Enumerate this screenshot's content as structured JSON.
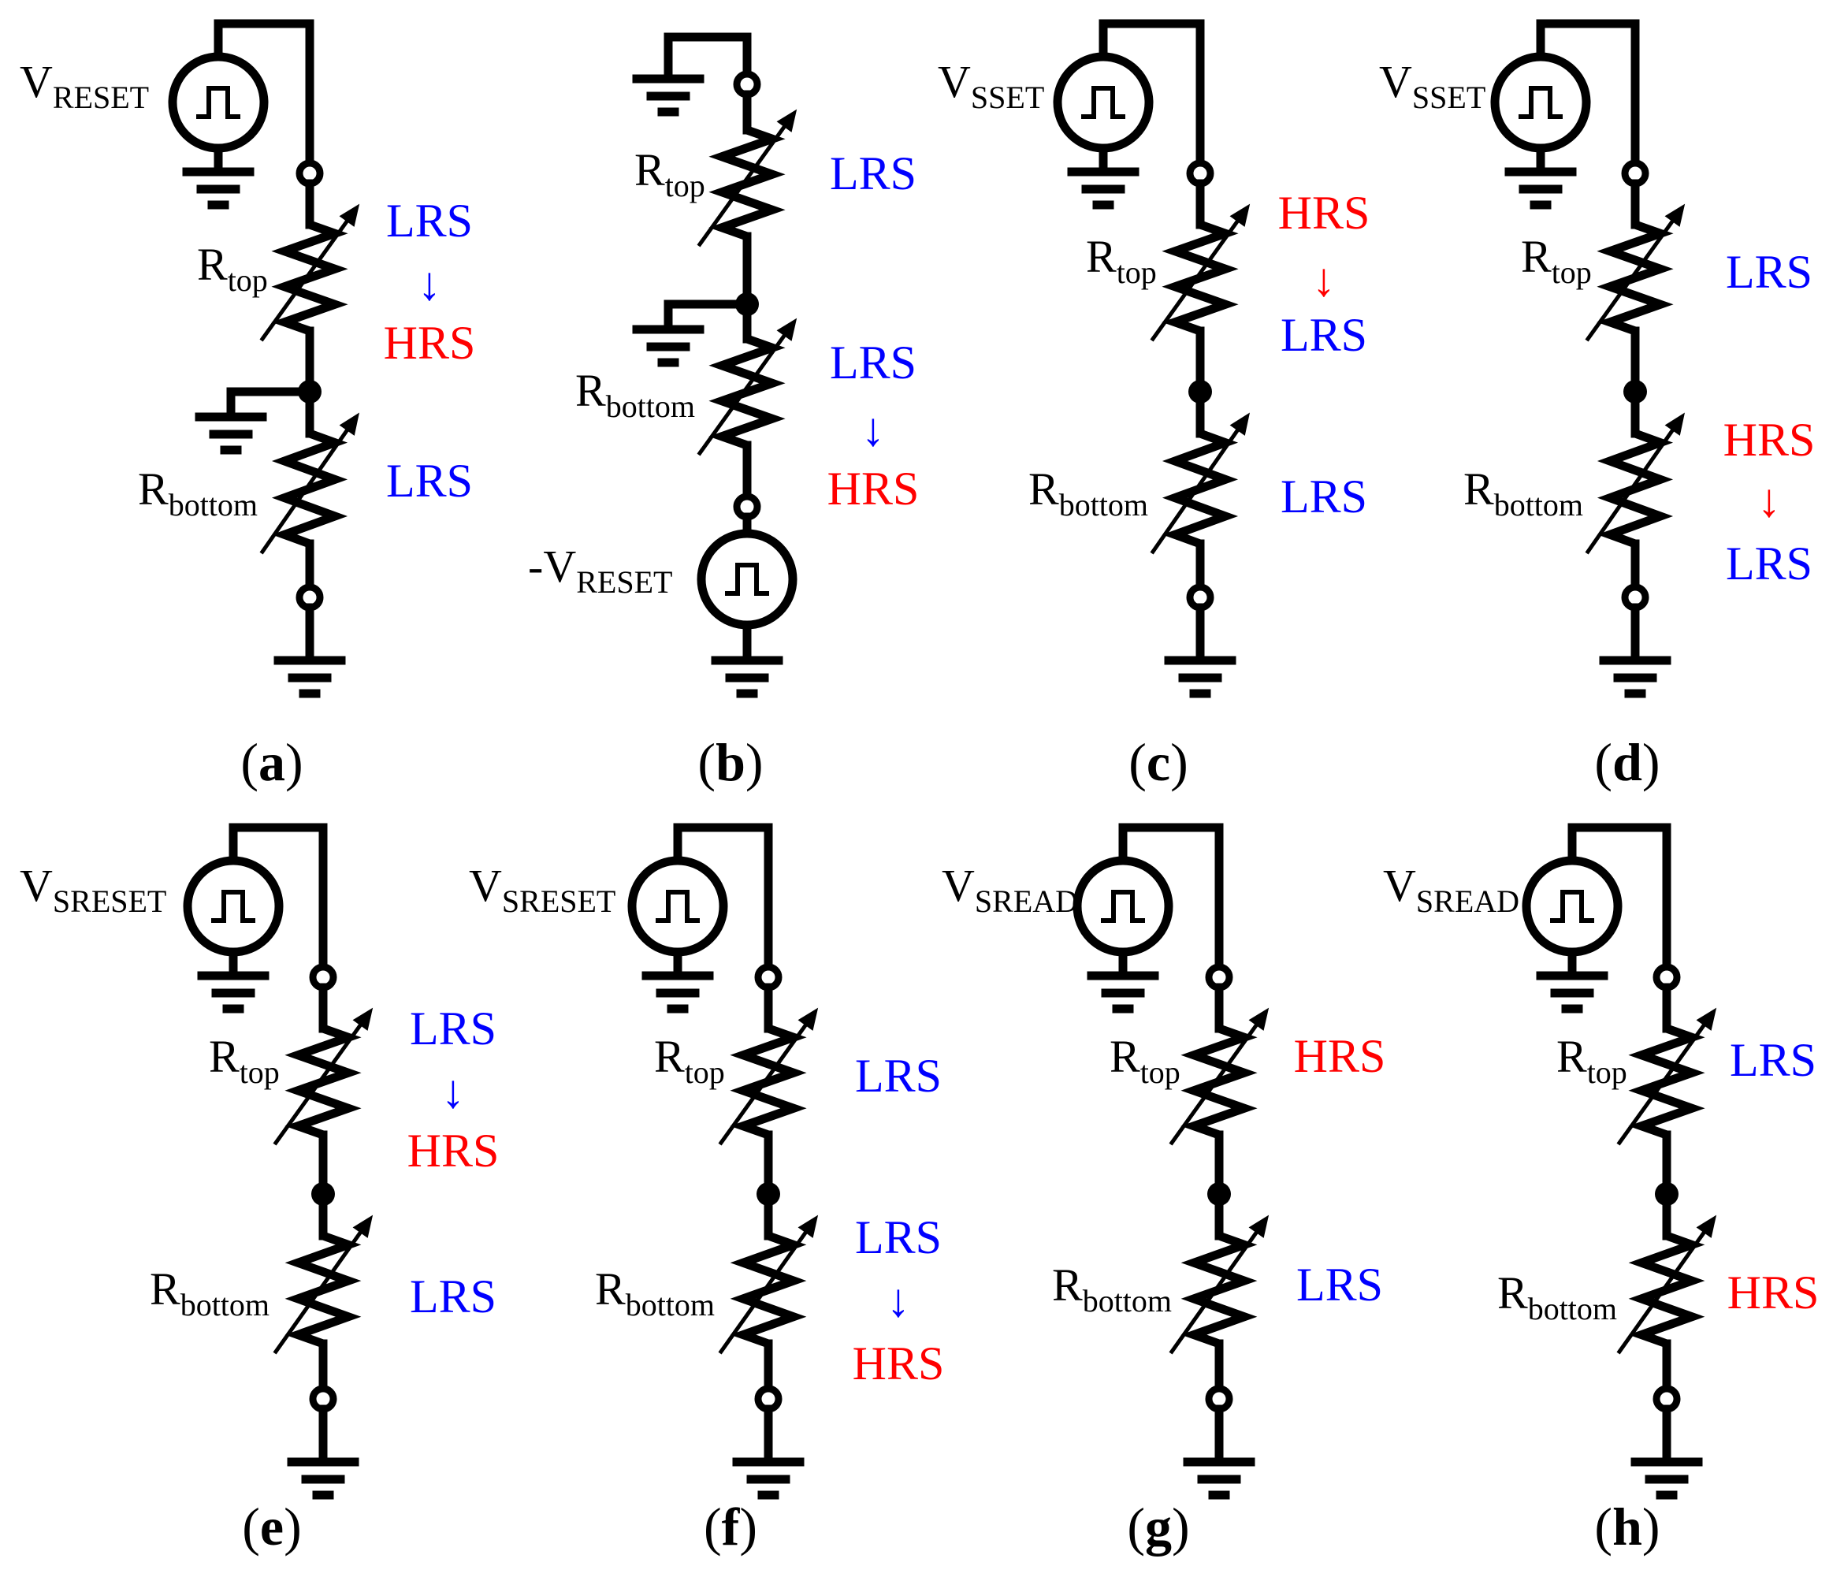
{
  "colors": {
    "lrs": "#0000ff",
    "hrs": "#ff0000",
    "wire": "#000000"
  },
  "labels": {
    "r": "R",
    "top": "top",
    "bottom": "bottom",
    "v": "V"
  },
  "panels": [
    {
      "caption": "a",
      "source_prefix": "",
      "source_sub": "RESET",
      "top": [
        "LRS",
        "HRS"
      ],
      "bottom": [
        "LRS"
      ]
    },
    {
      "caption": "b",
      "source_prefix": "-",
      "source_sub": "RESET",
      "top": [
        "LRS"
      ],
      "bottom": [
        "LRS",
        "HRS"
      ]
    },
    {
      "caption": "c",
      "source_prefix": "",
      "source_sub": "SSET",
      "top": [
        "HRS",
        "LRS"
      ],
      "bottom": [
        "LRS"
      ]
    },
    {
      "caption": "d",
      "source_prefix": "",
      "source_sub": "SSET",
      "top": [
        "LRS"
      ],
      "bottom": [
        "HRS",
        "LRS"
      ]
    },
    {
      "caption": "e",
      "source_prefix": "",
      "source_sub": "SRESET",
      "top": [
        "LRS",
        "HRS"
      ],
      "bottom": [
        "LRS"
      ]
    },
    {
      "caption": "f",
      "source_prefix": "",
      "source_sub": "SRESET",
      "top": [
        "LRS"
      ],
      "bottom": [
        "LRS",
        "HRS"
      ]
    },
    {
      "caption": "g",
      "source_prefix": "",
      "source_sub": "SREAD",
      "top": [
        "HRS"
      ],
      "bottom": [
        "LRS"
      ]
    },
    {
      "caption": "h",
      "source_prefix": "",
      "source_sub": "SREAD",
      "top": [
        "LRS"
      ],
      "bottom": [
        "HRS"
      ]
    }
  ]
}
